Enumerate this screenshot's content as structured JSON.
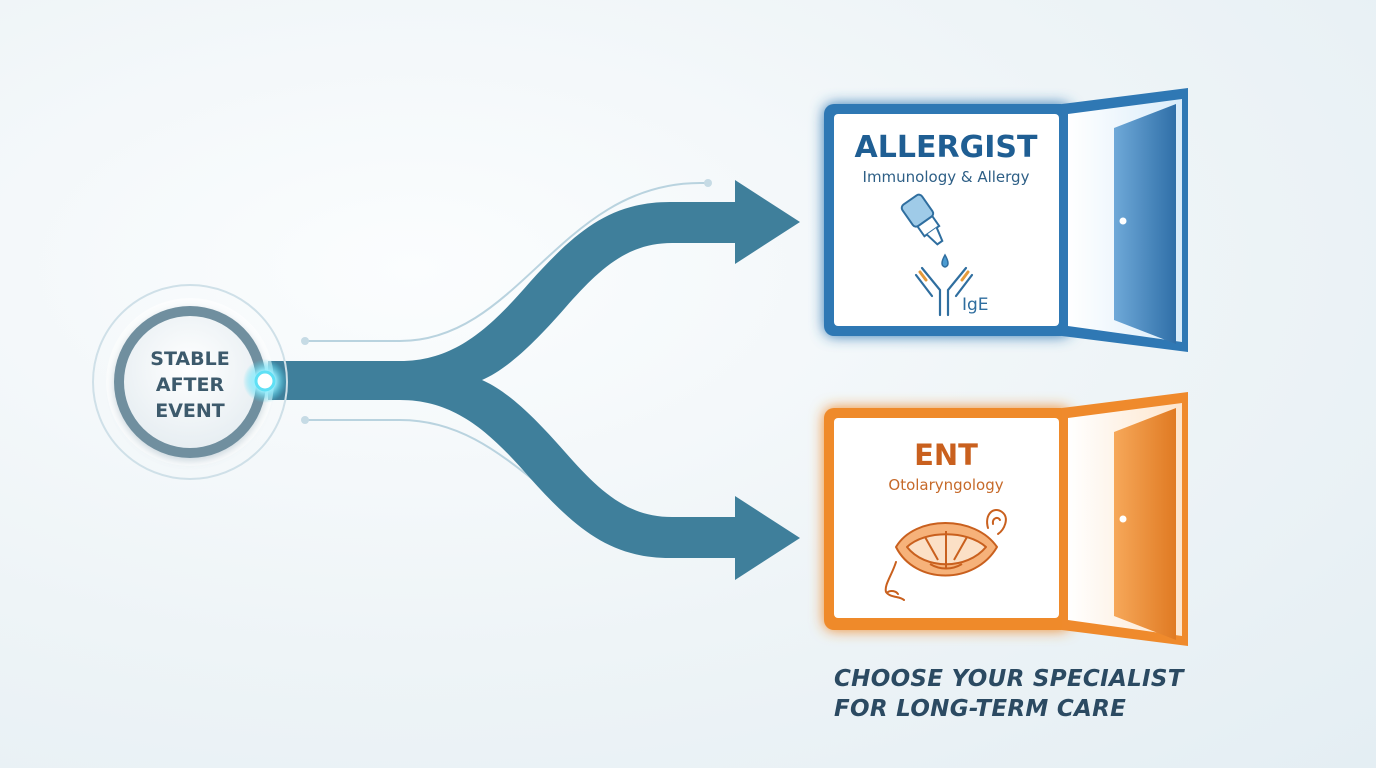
{
  "start_node": {
    "lines": [
      "STABLE",
      "AFTER",
      "EVENT"
    ]
  },
  "allergist": {
    "title": "ALLERGIST",
    "subtitle": "Immunology & Allergy",
    "antibody_label": "IgE",
    "icons": [
      "dropper-icon",
      "antibody-icon"
    ],
    "accent_color": "#2f78b4",
    "title_color": "#1f5e93"
  },
  "ent": {
    "title": "ENT",
    "subtitle": "Otolaryngology",
    "icons": [
      "mouth-throat-icon",
      "ear-icon",
      "nose-icon"
    ],
    "accent_color": "#ef8a2c",
    "title_color": "#c9601e"
  },
  "path_color": "#3f7f9b",
  "caption": {
    "lines": [
      "CHOOSE YOUR SPECIALIST",
      "FOR LONG-TERM CARE"
    ]
  }
}
